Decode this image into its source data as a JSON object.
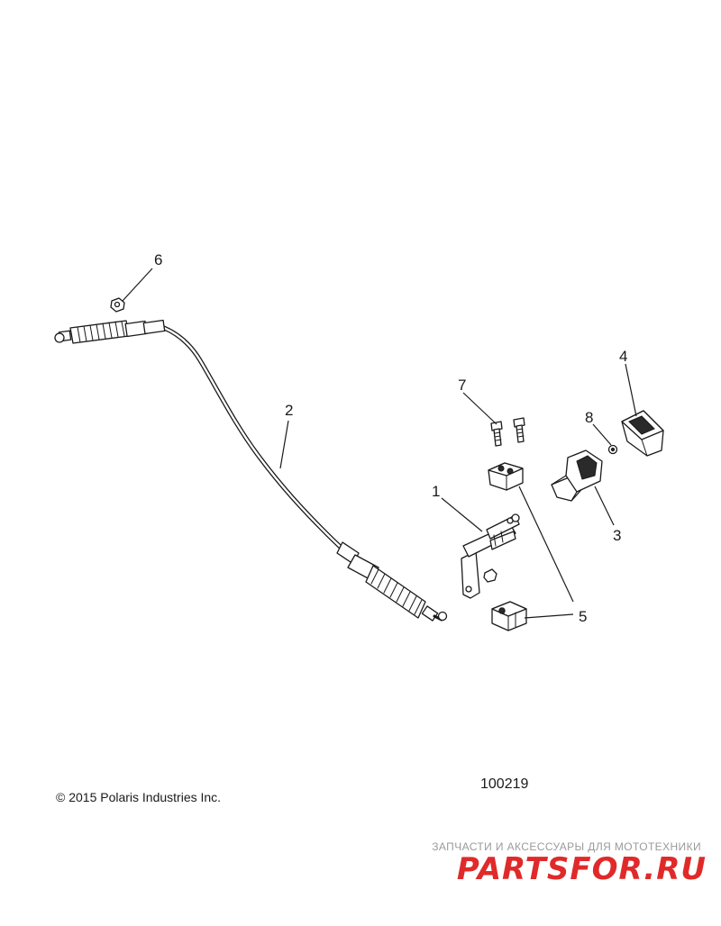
{
  "callouts": {
    "c1": "1",
    "c2": "2",
    "c3": "3",
    "c4": "4",
    "c5": "5",
    "c6": "6",
    "c7": "7",
    "c8": "8"
  },
  "footer": {
    "copyright": "© 2015 Polaris Industries Inc.",
    "figure_number": "100219"
  },
  "watermark": {
    "tagline": "ЗАПЧАСТИ И АКСЕССУАРЫ ДЛЯ МОТОТЕХНИКИ",
    "logo_text": "PARTSFOR.RU"
  },
  "colors": {
    "line": "#1a1a1a",
    "watermark_red": "#e02a2a",
    "watermark_gray": "#9a9a9a"
  }
}
